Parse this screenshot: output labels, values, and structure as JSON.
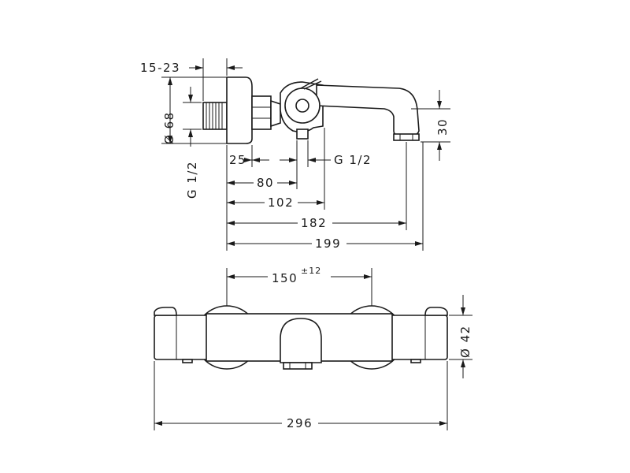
{
  "side_view": {
    "dim_connector_depth": "15-23",
    "dim_wall_disc_diameter": "Ø 68",
    "dim_thread_inlet": "G 1/2",
    "dim_body_offset": "25",
    "dim_thread_outlet": "G 1/2",
    "dim_spout_height": "30",
    "dim_80": "80",
    "dim_102": "102",
    "dim_182": "182",
    "dim_199": "199"
  },
  "front_view": {
    "dim_centers": "150",
    "dim_centers_tolerance": "±12",
    "dim_body_diameter": "Ø 42",
    "dim_overall_width": "296"
  }
}
